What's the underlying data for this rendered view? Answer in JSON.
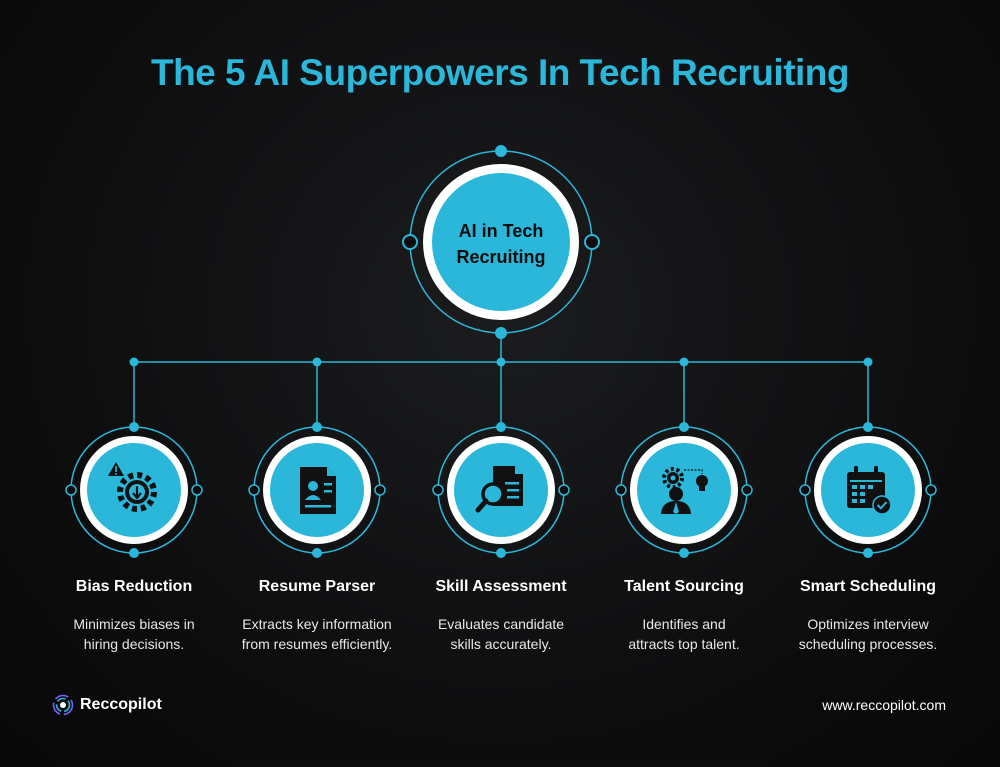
{
  "title": "The 5 AI Superpowers In Tech Recruiting",
  "center": {
    "label_line1": "AI in Tech",
    "label_line2": "Recruiting"
  },
  "items": [
    {
      "title": "Bias Reduction",
      "desc_line1": "Minimizes biases in",
      "desc_line2": "hiring decisions.",
      "icon": "gear-warning-icon"
    },
    {
      "title": "Resume Parser",
      "desc_line1": "Extracts key information",
      "desc_line2": "from resumes efficiently.",
      "icon": "resume-document-icon"
    },
    {
      "title": "Skill Assessment",
      "desc_line1": "Evaluates candidate",
      "desc_line2": "skills accurately.",
      "icon": "document-magnifier-icon"
    },
    {
      "title": "Talent Sourcing",
      "desc_line1": "Identifies and",
      "desc_line2": "attracts top talent.",
      "icon": "person-gear-bulb-icon"
    },
    {
      "title": "Smart Scheduling",
      "desc_line1": "Optimizes interview",
      "desc_line2": "scheduling processes.",
      "icon": "calendar-check-icon"
    }
  ],
  "footer": {
    "brand": "Reccopilot",
    "website": "www.reccopilot.com"
  },
  "colors": {
    "accent": "#2bb7d9",
    "background": "#0b0b0c",
    "text": "#ffffff",
    "icon_dark": "#111111"
  }
}
